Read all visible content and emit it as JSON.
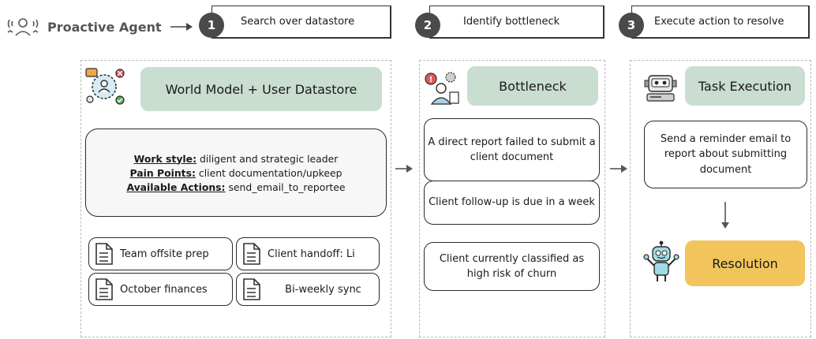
{
  "header": {
    "agent_label": "Proactive Agent",
    "steps": [
      {
        "number": "1",
        "label": "Search over datastore"
      },
      {
        "number": "2",
        "label": "Identify bottleneck"
      },
      {
        "number": "3",
        "label": "Execute action to resolve"
      }
    ]
  },
  "panel1": {
    "title": "World Model + User Datastore",
    "profile": {
      "work_style_key": "Work style:",
      "work_style_value": " diligent and strategic leader",
      "pain_points_key": "Pain Points:",
      "pain_points_value": " client documentation/upkeep",
      "actions_key": "Available Actions:",
      "actions_value": " send_email_to_reportee"
    },
    "documents": [
      {
        "label": "Team offsite prep"
      },
      {
        "label": "Client handoff: Li"
      },
      {
        "label": "October finances"
      },
      {
        "label": "Bi-weekly sync"
      }
    ]
  },
  "panel2": {
    "title": "Bottleneck",
    "cards": [
      "A direct report failed to submit a client document",
      "Client follow-up is due in a week",
      "Client currently classified as high risk of churn"
    ]
  },
  "panel3": {
    "title": "Task Execution",
    "action": "Send a reminder email to report about submitting document",
    "result": "Resolution"
  },
  "colors": {
    "green_pill": "#c9ddd0",
    "orange_pill": "#f2c55c",
    "step_circle": "#4a4a4a",
    "panel_border": "#b8b8b8"
  },
  "icons": [
    "agent-person-icon",
    "arrow-right-icon",
    "world-model-icon",
    "bottleneck-person-icon",
    "robot-monitor-icon",
    "robot-waving-icon",
    "document-icon"
  ]
}
